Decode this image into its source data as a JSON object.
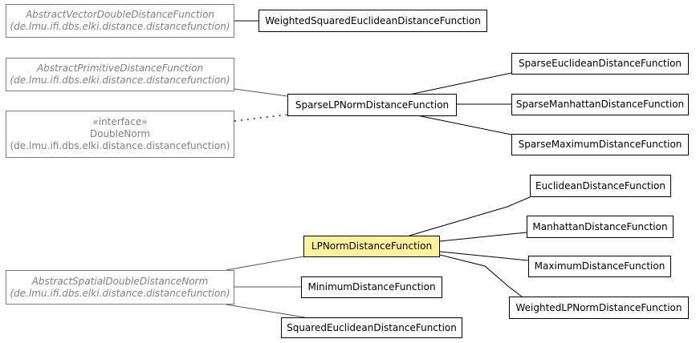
{
  "nodes": {
    "abstract_vector": {
      "name": "AbstractVectorDoubleDistanceFunction",
      "package": "(de.lmu.ifi.dbs.elki.distance.distancefunction)"
    },
    "abstract_primitive": {
      "name": "AbstractPrimitiveDistanceFunction",
      "package": "(de.lmu.ifi.dbs.elki.distance.distancefunction)"
    },
    "double_norm": {
      "stereotype": "«interface»",
      "name": "DoubleNorm",
      "package": "(de.lmu.ifi.dbs.elki.distance.distancefunction)"
    },
    "abstract_spatial": {
      "name": "AbstractSpatialDoubleDistanceNorm",
      "package": "(de.lmu.ifi.dbs.elki.distance.distancefunction)"
    },
    "weighted_squared_euclidean": {
      "name": "WeightedSquaredEuclideanDistanceFunction"
    },
    "sparse_lp_norm": {
      "name": "SparseLPNormDistanceFunction"
    },
    "sparse_euclidean": {
      "name": "SparseEuclideanDistanceFunction"
    },
    "sparse_manhattan": {
      "name": "SparseManhattanDistanceFunction"
    },
    "sparse_maximum": {
      "name": "SparseMaximumDistanceFunction"
    },
    "lp_norm": {
      "name": "LPNormDistanceFunction"
    },
    "minimum": {
      "name": "MinimumDistanceFunction"
    },
    "squared_euclidean": {
      "name": "SquaredEuclideanDistanceFunction"
    },
    "euclidean": {
      "name": "EuclideanDistanceFunction"
    },
    "manhattan": {
      "name": "ManhattanDistanceFunction"
    },
    "maximum": {
      "name": "MaximumDistanceFunction"
    },
    "weighted_lp_norm": {
      "name": "WeightedLPNormDistanceFunction"
    }
  },
  "colors": {
    "focus_fill": "#fff39a",
    "external_border": "#7a7a7a",
    "external_text": "#808080",
    "class_border": "#000000"
  }
}
